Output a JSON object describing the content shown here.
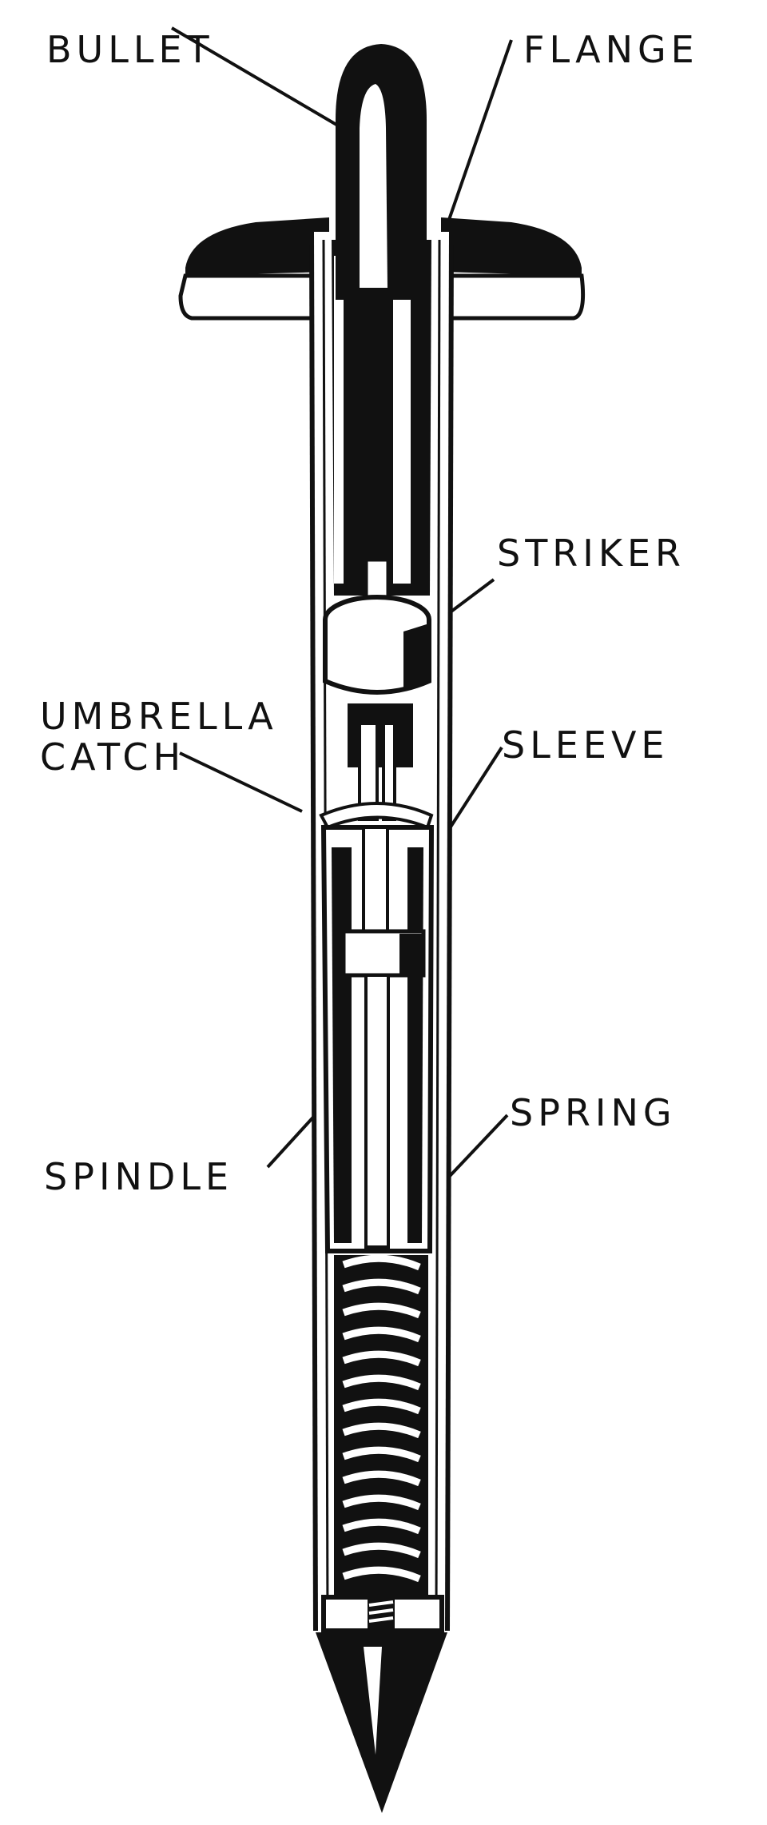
{
  "labels": {
    "bullet": "BULLET",
    "flange": "FLANGE",
    "striker": "STRIKER",
    "umbrella_catch_line1": "UMBRELLA",
    "umbrella_catch_line2": "CATCH",
    "sleeve": "SLEEVE",
    "spring": "SPRING",
    "spindle": "SPINDLE"
  }
}
